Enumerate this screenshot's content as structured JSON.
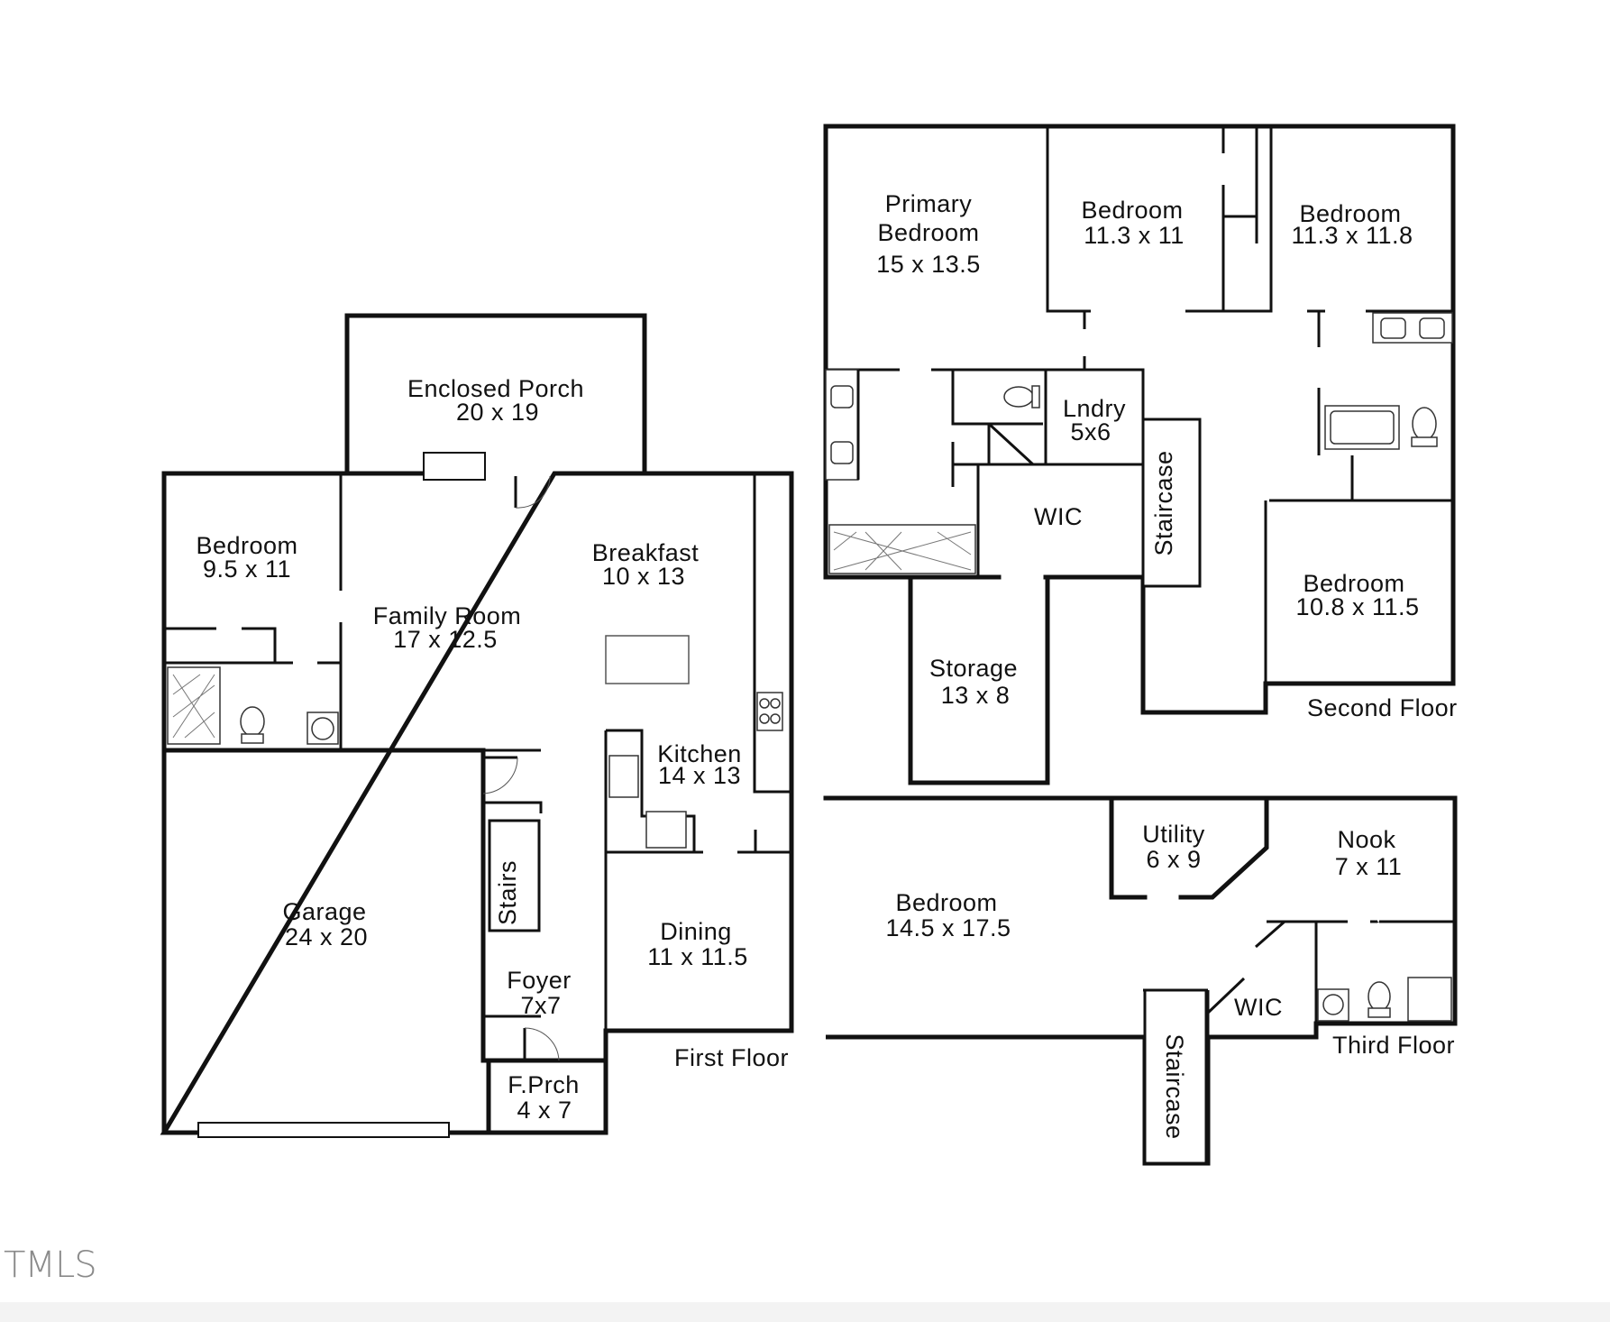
{
  "first_floor": {
    "label": "First Floor",
    "rooms": {
      "enclosed_porch": {
        "name": "Enclosed Porch",
        "size": "20 x 19"
      },
      "bedroom": {
        "name": "Bedroom",
        "size": "9.5 x 11"
      },
      "family_room": {
        "name": "Family Room",
        "size": "17 x 12.5"
      },
      "breakfast": {
        "name": "Breakfast",
        "size": "10 x 13"
      },
      "kitchen": {
        "name": "Kitchen",
        "size": "14 x 13"
      },
      "garage": {
        "name": "Garage",
        "size": "24 x 20"
      },
      "stairs": {
        "name": "Stairs"
      },
      "dining": {
        "name": "Dining",
        "size": "11 x 11.5"
      },
      "foyer": {
        "name": "Foyer",
        "size": "7x7"
      },
      "front_porch": {
        "name": "F.Prch",
        "size": "4 x 7"
      }
    }
  },
  "second_floor": {
    "label": "Second Floor",
    "rooms": {
      "primary_bedroom": {
        "name_line1": "Primary",
        "name_line2": "Bedroom",
        "size": "15 x 13.5"
      },
      "bedroom_a": {
        "name": "Bedroom",
        "size": "11.3 x 11"
      },
      "bedroom_b": {
        "name": "Bedroom",
        "size": "11.3 x 11.8"
      },
      "laundry": {
        "name": "Lndry",
        "size": "5x6"
      },
      "wic": {
        "name": "WIC"
      },
      "staircase": {
        "name": "Staircase"
      },
      "bedroom_c": {
        "name": "Bedroom",
        "size": "10.8 x 11.5"
      },
      "storage": {
        "name": "Storage",
        "size": "13 x 8"
      }
    }
  },
  "third_floor": {
    "label": "Third Floor",
    "rooms": {
      "utility": {
        "name": "Utility",
        "size": "6 x 9"
      },
      "nook": {
        "name": "Nook",
        "size": "7 x 11"
      },
      "bedroom": {
        "name": "Bedroom",
        "size": "14.5 x 17.5"
      },
      "wic": {
        "name": "WIC"
      },
      "staircase": {
        "name": "Staircase"
      }
    }
  },
  "watermark": "TMLS"
}
